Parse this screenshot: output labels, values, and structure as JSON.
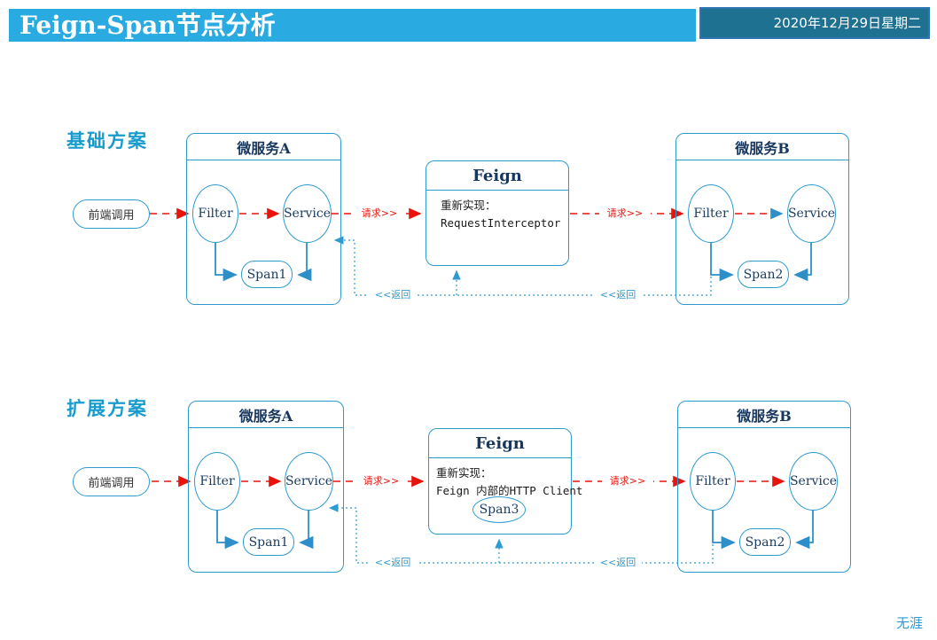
{
  "header": {
    "title": "Feign-Span节点分析",
    "date": "2020年12月29日星期二"
  },
  "labels": {
    "request": "请求>>",
    "return": "<<返回"
  },
  "footer": {
    "watermark": "无涯"
  },
  "colors": {
    "header_bar": "#29aae1",
    "date_fill": "#1f7191",
    "date_border": "#2e75b6",
    "shape_border": "#2d9bd0",
    "title_navy": "#17375e",
    "request_red": "#e8140c",
    "section_label": "#189ccd"
  },
  "diagrams": [
    {
      "section_label": "基础方案",
      "frontend_call": "前端调用",
      "service_a": {
        "title": "微服务A",
        "filter": "Filter",
        "service": "Service",
        "span": "Span1"
      },
      "feign": {
        "title": "Feign",
        "line1": "重新实现：",
        "line2": "RequestInterceptor"
      },
      "service_b": {
        "title": "微服务B",
        "filter": "Filter",
        "service": "Service",
        "span": "Span2"
      }
    },
    {
      "section_label": "扩展方案",
      "frontend_call": "前端调用",
      "service_a": {
        "title": "微服务A",
        "filter": "Filter",
        "service": "Service",
        "span": "Span1"
      },
      "feign": {
        "title": "Feign",
        "line1": "重新实现：",
        "line2": "Feign 内部的HTTP Client",
        "span": "Span3"
      },
      "service_b": {
        "title": "微服务B",
        "filter": "Filter",
        "service": "Service",
        "span": "Span2"
      }
    }
  ]
}
